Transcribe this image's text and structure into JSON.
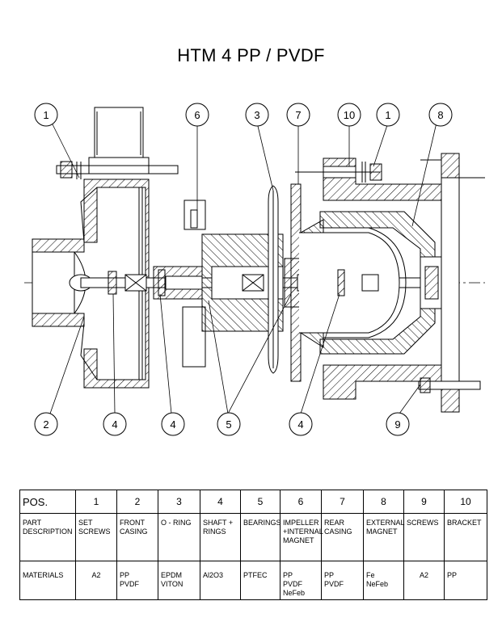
{
  "title": "HTM 4 PP / PVDF",
  "balloons": {
    "top": [
      "1",
      "6",
      "3",
      "7",
      "10",
      "1",
      "8"
    ],
    "bottom": [
      "2",
      "4",
      "4",
      "5",
      "4",
      "9"
    ]
  },
  "table": {
    "pos_label": "POS.",
    "positions": [
      "1",
      "2",
      "3",
      "4",
      "5",
      "6",
      "7",
      "8",
      "9",
      "10"
    ],
    "desc_label": "PART DESCRIPTION",
    "descriptions": [
      "SET SCREWS",
      "FRONT CASING",
      "O - RING",
      "SHAFT + RINGS",
      "BEARINGS",
      "IMPELLER +INTERNAL MAGNET",
      "REAR CASING",
      "EXTERNAL MAGNET",
      "SCREWS",
      "BRACKET"
    ],
    "materials_label": "MATERIALS",
    "materials": [
      "A2",
      "PP\nPVDF",
      "EPDM\nVITON",
      "Al2O3",
      "PTFEC",
      "PP\nPVDF\nNeFeb",
      "PP\nPVDF",
      "Fe\nNeFeb",
      "A2",
      "PP"
    ]
  },
  "colors": {
    "line": "#000000",
    "background": "#ffffff"
  }
}
